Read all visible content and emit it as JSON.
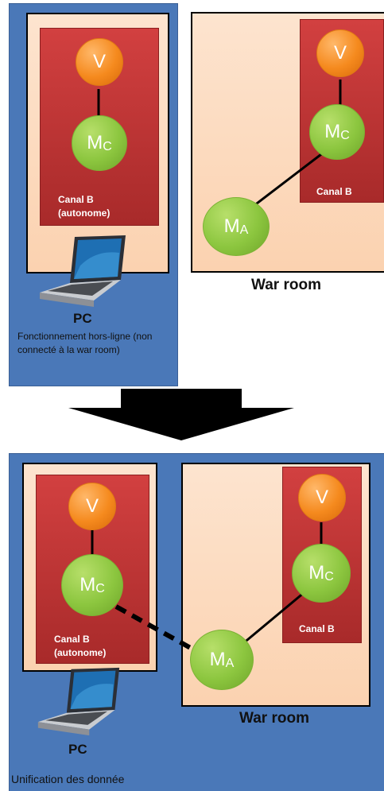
{
  "top": {
    "pc_panel": {
      "node_v": "V",
      "node_mc": "MC",
      "channel_label": "Canal B",
      "channel_sub": "(autonome)",
      "pc_label": "PC",
      "note": "Fonctionnement hors-ligne (non connecté à la war room)"
    },
    "war_room": {
      "node_v": "V",
      "node_mc": "MC",
      "node_ma": "MA",
      "channel_label": "Canal B",
      "title": "War room"
    }
  },
  "bottom": {
    "pc_panel": {
      "node_v": "V",
      "node_mc": "MC",
      "channel_label": "Canal B",
      "channel_sub": "(autonome)",
      "pc_label": "PC"
    },
    "war_room": {
      "node_v": "V",
      "node_mc": "MC",
      "node_ma": "MA",
      "channel_label": "Canal B",
      "title": "War room"
    },
    "caption": "Unification des donnée"
  },
  "colors": {
    "panel_blue": "#4a78b8",
    "peach": "#fbd9bd",
    "channel_red": "#c03535",
    "node_orange": "#f58a1e",
    "node_green": "#8cc63f"
  }
}
